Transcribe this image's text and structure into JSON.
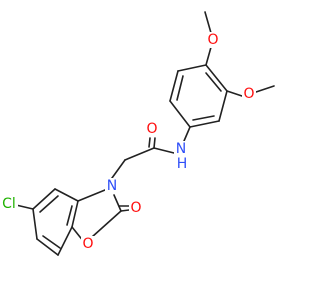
{
  "molecule": {
    "atoms": {
      "o_methoxy_top": {
        "symbol": "O",
        "color": "#ff0d0d"
      },
      "o_methoxy_right": {
        "symbol": "O",
        "color": "#ff0d0d"
      },
      "n_amide": {
        "symbol": "N",
        "color": "#3050f8"
      },
      "h_amide": {
        "symbol": "H",
        "color": "#3050f8"
      },
      "o_carbonyl": {
        "symbol": "O",
        "color": "#ff0d0d"
      },
      "n_ring": {
        "symbol": "N",
        "color": "#3050f8"
      },
      "cl": {
        "symbol": "Cl",
        "color": "#1fb200"
      },
      "o_ring_carbonyl": {
        "symbol": "O",
        "color": "#ff0d0d"
      },
      "o_ring": {
        "symbol": "O",
        "color": "#ff0d0d"
      }
    }
  }
}
